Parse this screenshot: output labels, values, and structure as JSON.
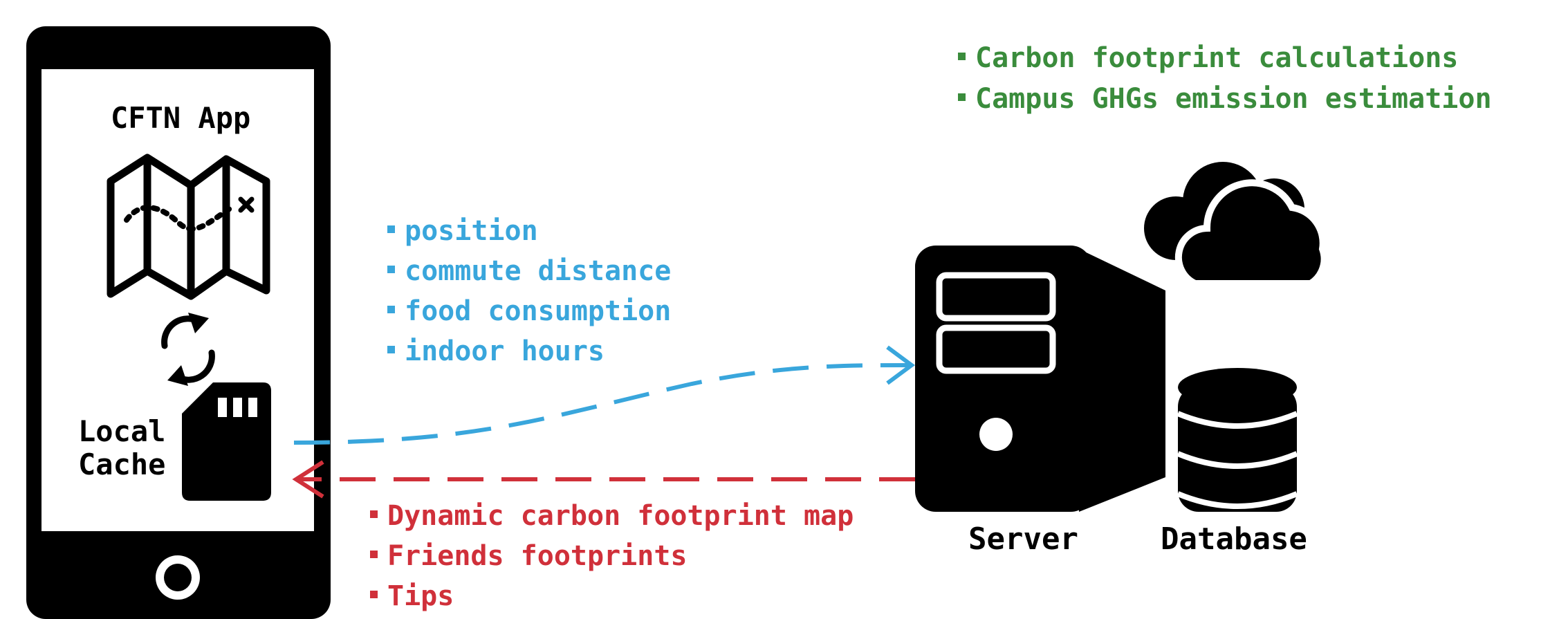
{
  "phone": {
    "app_title": "CFTN App",
    "cache_label": "Local\nCache"
  },
  "upload_items": [
    "position",
    "commute distance",
    "food consumption",
    "indoor hours"
  ],
  "download_items": [
    "Dynamic carbon footprint map",
    "Friends footprints",
    "Tips"
  ],
  "server_tasks": [
    "Carbon footprint calculations",
    "Campus GHGs emission estimation"
  ],
  "server_label": "Server",
  "database_label": "Database",
  "icons": [
    "smartphone-icon",
    "folded-map-icon",
    "sync-arrows-icon",
    "sd-card-icon",
    "server-tower-icon",
    "cloud-icon",
    "database-icon"
  ],
  "colors": {
    "upload": "#39a6dc",
    "download": "#d0303a",
    "server_tasks": "#3a8c3c"
  }
}
